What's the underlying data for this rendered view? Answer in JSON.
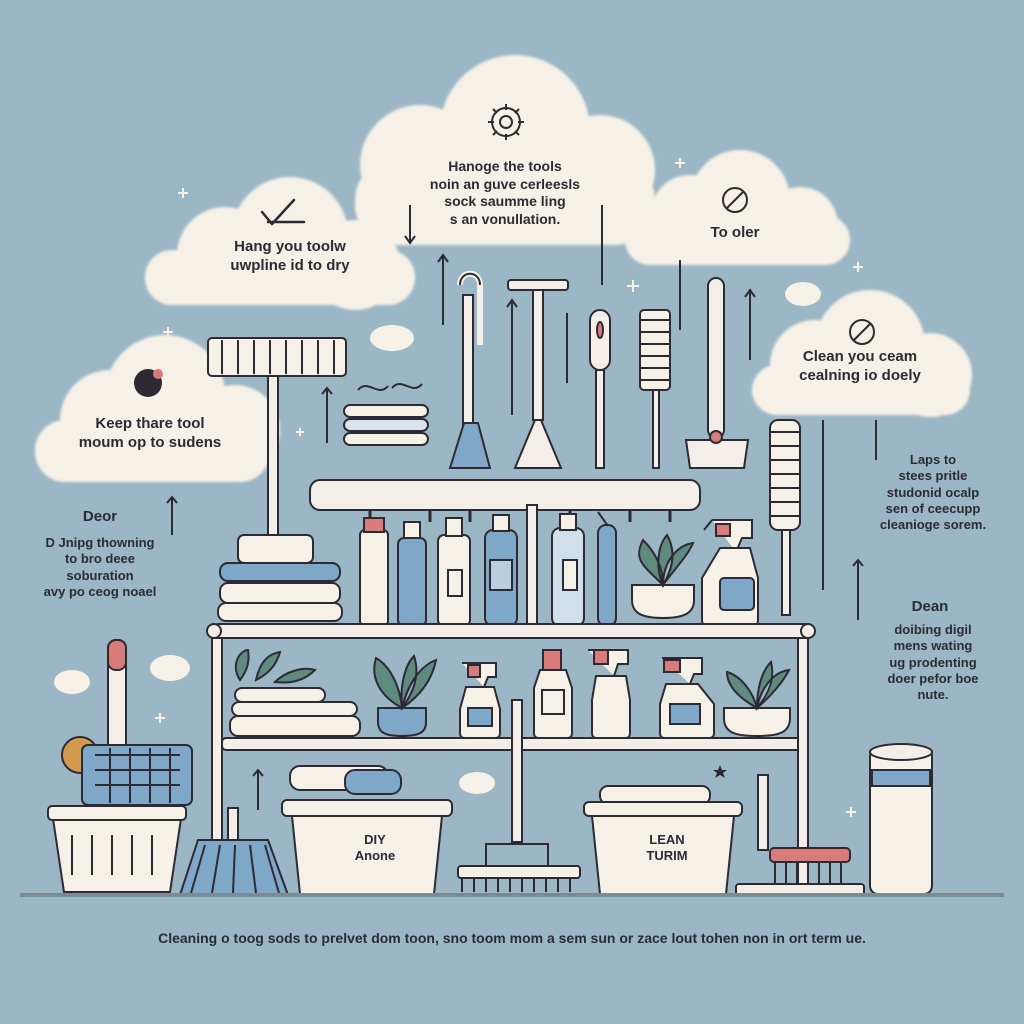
{
  "clouds": {
    "top_center": "Hanoge the tools\nnoin an guve cerleesls\nsock saumme ling\ns an vonullation.",
    "upper_left": "Hang you toolw\nuwpline id to dry",
    "upper_right": "To oler",
    "left": "Keep thare tool\nmoum op to sudens",
    "right": "Clean you ceam\ncealning io doely"
  },
  "side_notes": {
    "left_heading": "Deor",
    "left_body": "D Jnipg thowning\nto bro deee\nsoburation\navy po ceog noael",
    "right_upper": "Laps to\nstees pritle\nstudonid ocalp\nsen of ceecupp\ncleanioge sorem.",
    "right_heading": "Dean",
    "right_body": "doibing digil\nmens wating\nug prodenting\ndoer pefor boe\nnute."
  },
  "bins": {
    "left_label": "DIY\nAnone",
    "right_label": "LEAN\nTURIM"
  },
  "caption": "Cleaning o toog sods to prelvet dom toon, sno toom mom a sem sun or zace lout tohen non in ort term ue.",
  "colors": {
    "background": "#9bb7c6",
    "cloud": "#f6f1e6",
    "outline": "#2e2a33",
    "pink_accent": "#d97b7b",
    "blue_accent": "#7fa7c8",
    "shelf": "#f3efe8",
    "plant": "#5f8a80"
  },
  "icons": [
    "checkmark-icon",
    "gear-icon",
    "no-symbol-icon",
    "sparkle-icon",
    "bucket-icon"
  ]
}
